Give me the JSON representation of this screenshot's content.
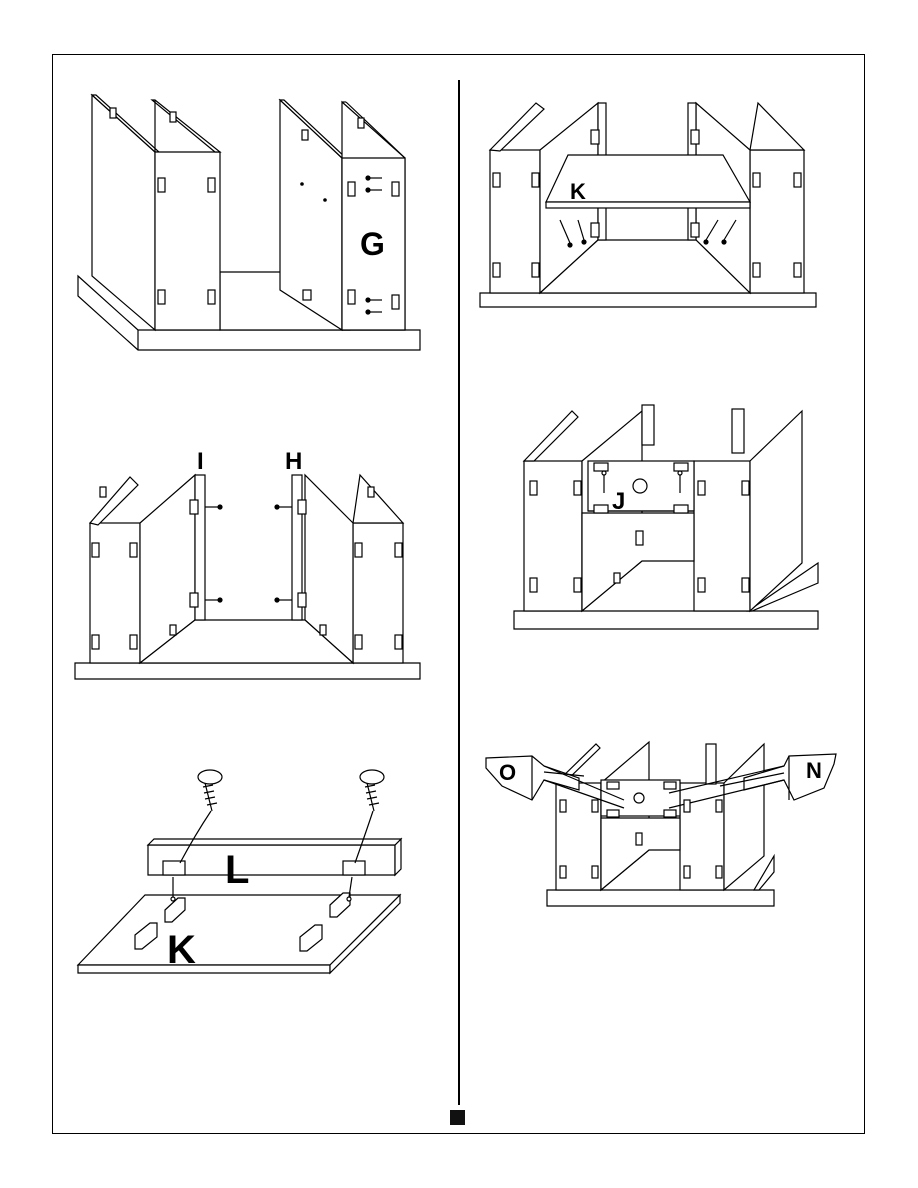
{
  "figures": {
    "fig1": {
      "label": "G"
    },
    "fig2": {
      "label_left": "I",
      "label_right": "H"
    },
    "fig3": {
      "label_top": "L",
      "label_bottom": "K"
    },
    "fig4": {
      "label": "K"
    },
    "fig5": {
      "label": "J"
    },
    "fig6": {
      "label_left": "O",
      "label_right": "N"
    }
  },
  "colors": {
    "line": "#000000",
    "fill": "#ffffff",
    "page_mark": "#111111"
  },
  "icons": [
    "screw-icon",
    "bracket-icon",
    "dowel-icon"
  ]
}
